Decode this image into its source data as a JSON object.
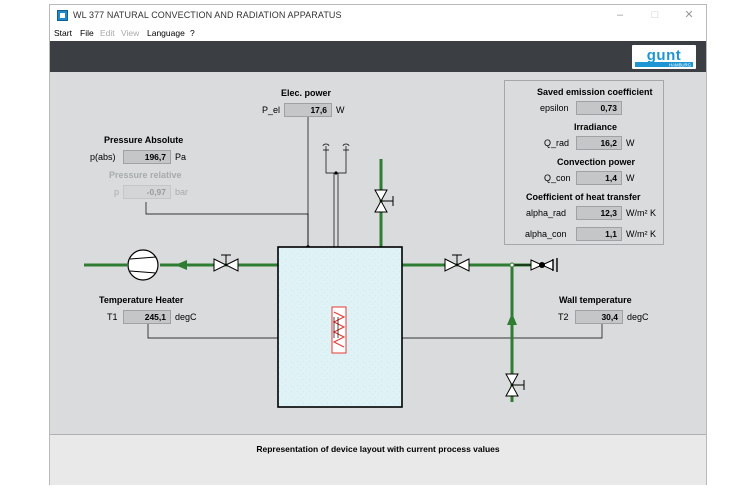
{
  "window": {
    "title": "WL 377 NATURAL CONVECTION AND RADIATION APPARATUS",
    "minimize": "–",
    "maximize": "□",
    "close": "✕"
  },
  "menu": {
    "start": "Start",
    "file": "File",
    "edit": "Edit",
    "view": "View",
    "language": "Language",
    "help": "?"
  },
  "logo": {
    "text": "gunt",
    "sub": "HAMBURG",
    "color": "#1f96d3"
  },
  "elec_power": {
    "title": "Elec. power",
    "label": "P_el",
    "value": "17,6",
    "unit": "W"
  },
  "pressure_abs": {
    "title": "Pressure Absolute",
    "label": "p(abs)",
    "value": "196,7",
    "unit": "Pa"
  },
  "pressure_rel": {
    "title": "Pressure relative",
    "label": "p",
    "value": "-0,97",
    "unit": "bar"
  },
  "temp_heater": {
    "title": "Temperature Heater",
    "label": "T1",
    "value": "245,1",
    "unit": "degC"
  },
  "wall_temp": {
    "title": "Wall temperature",
    "label": "T2",
    "value": "30,4",
    "unit": "degC"
  },
  "panel": {
    "emission_title": "Saved emission coefficient",
    "epsilon_label": "epsilon",
    "epsilon_value": "0,73",
    "irradiance_title": "Irradiance",
    "qrad_label": "Q_rad",
    "qrad_value": "16,2",
    "qrad_unit": "W",
    "convection_title": "Convection power",
    "qcon_label": "Q_con",
    "qcon_value": "1,4",
    "qcon_unit": "W",
    "htc_title": "Coefficient of heat transfer",
    "alpharad_label": "alpha_rad",
    "alpharad_value": "12,3",
    "alpharad_unit": "W/m² K",
    "alphacon_label": "alpha_con",
    "alphacon_value": "1,1",
    "alphacon_unit": "W/m² K"
  },
  "footer": {
    "caption": "Representation of device layout with current process values"
  },
  "colors": {
    "pipe": "#2e7d32",
    "heater": "#e53935",
    "vessel_fill": "#dff3f7",
    "banner": "#3b3f44"
  }
}
